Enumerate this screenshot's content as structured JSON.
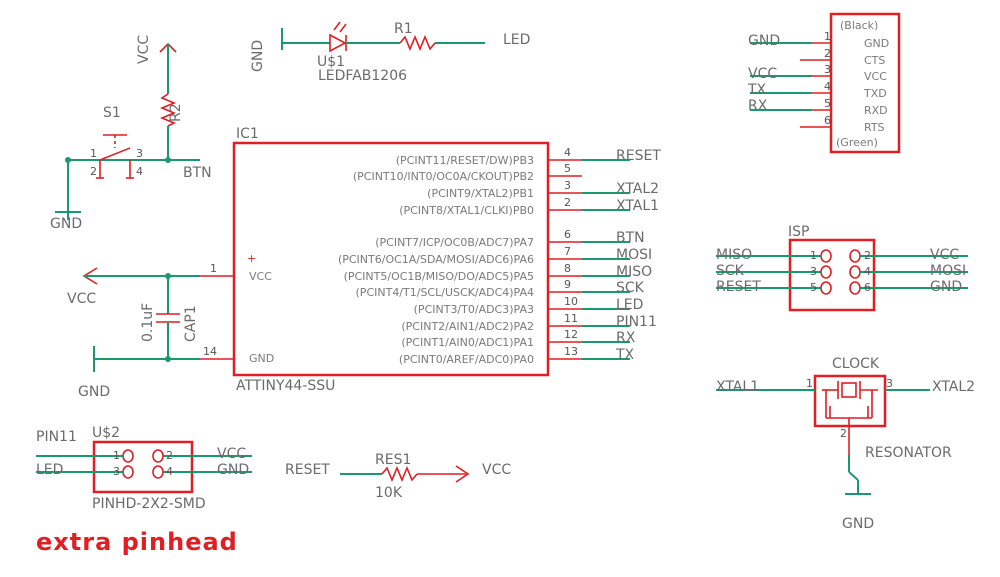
{
  "caption": "extra pinhead",
  "ftdi": {
    "top": "(Black)",
    "bottom": "(Green)",
    "pins": [
      "GND",
      "CTS",
      "VCC",
      "TXD",
      "RXD",
      "RTS"
    ],
    "nums": [
      "1",
      "2",
      "3",
      "4",
      "5",
      "6"
    ],
    "nets": {
      "gnd": "GND",
      "vcc": "VCC",
      "tx": "TX",
      "rx": "RX"
    }
  },
  "led": {
    "gnd": "GND",
    "ref": "U$1",
    "value": "LEDFAB1206",
    "r_ref": "R1",
    "net": "LED"
  },
  "switch": {
    "vcc": "VCC",
    "r_ref": "R2",
    "s_ref": "S1",
    "gnd": "GND",
    "btn": "BTN",
    "p1": "1",
    "p2": "2",
    "p3": "3",
    "p4": "4"
  },
  "ic": {
    "ref": "IC1",
    "value": "ATTINY44-SSU",
    "vcc": "VCC",
    "gnd": "GND",
    "vcc_num": "1",
    "gnd_num": "14",
    "pins": [
      {
        "name": "(PCINT11/RESET/DW)PB3",
        "num": "4",
        "net": "RESET"
      },
      {
        "name": "(PCINT10/INT0/OC0A/CKOUT)PB2",
        "num": "5",
        "net": ""
      },
      {
        "name": "(PCINT9/XTAL2)PB1",
        "num": "3",
        "net": "XTAL2"
      },
      {
        "name": "(PCINT8/XTAL1/CLKI)PB0",
        "num": "2",
        "net": "XTAL1"
      },
      {
        "name": "(PCINT7/ICP/OC0B/ADC7)PA7",
        "num": "6",
        "net": "BTN"
      },
      {
        "name": "(PCINT6/OC1A/SDA/MOSI/ADC6)PA6",
        "num": "7",
        "net": "MOSI"
      },
      {
        "name": "(PCINT5/OC1B/MISO/DO/ADC5)PA5",
        "num": "8",
        "net": "MISO"
      },
      {
        "name": "(PCINT4/T1/SCL/USCK/ADC4)PA4",
        "num": "9",
        "net": "SCK"
      },
      {
        "name": "(PCINT3/T0/ADC3)PA3",
        "num": "10",
        "net": "LED"
      },
      {
        "name": "(PCINT2/AIN1/ADC2)PA2",
        "num": "11",
        "net": "PIN11"
      },
      {
        "name": "(PCINT1/AIN0/ADC1)PA1",
        "num": "12",
        "net": "RX"
      },
      {
        "name": "(PCINT0/AREF/ADC0)PA0",
        "num": "13",
        "net": "TX"
      }
    ]
  },
  "power": {
    "vcc": "VCC",
    "gnd": "GND",
    "cap_value": "0.1uF",
    "cap_ref": "CAP1"
  },
  "isp": {
    "ref": "ISP",
    "left": [
      "MISO",
      "SCK",
      "RESET"
    ],
    "right": [
      "VCC",
      "MOSI",
      "GND"
    ],
    "lnums": [
      "1",
      "3",
      "5"
    ],
    "rnums": [
      "2",
      "4",
      "6"
    ]
  },
  "clock": {
    "ref": "CLOCK",
    "value": "RESONATOR",
    "left": "XTAL1",
    "right": "XTAL2",
    "gnd": "GND",
    "n1": "1",
    "n2": "2",
    "n3": "3"
  },
  "pinhead": {
    "ref": "U$2",
    "value": "PINHD-2X2-SMD",
    "left": [
      "PIN11",
      "LED"
    ],
    "right": [
      "VCC",
      "GND"
    ],
    "lnums": [
      "1",
      "3"
    ],
    "rnums": [
      "2",
      "4"
    ]
  },
  "res": {
    "left": "RESET",
    "ref": "RES1",
    "value": "10K",
    "right": "VCC"
  }
}
